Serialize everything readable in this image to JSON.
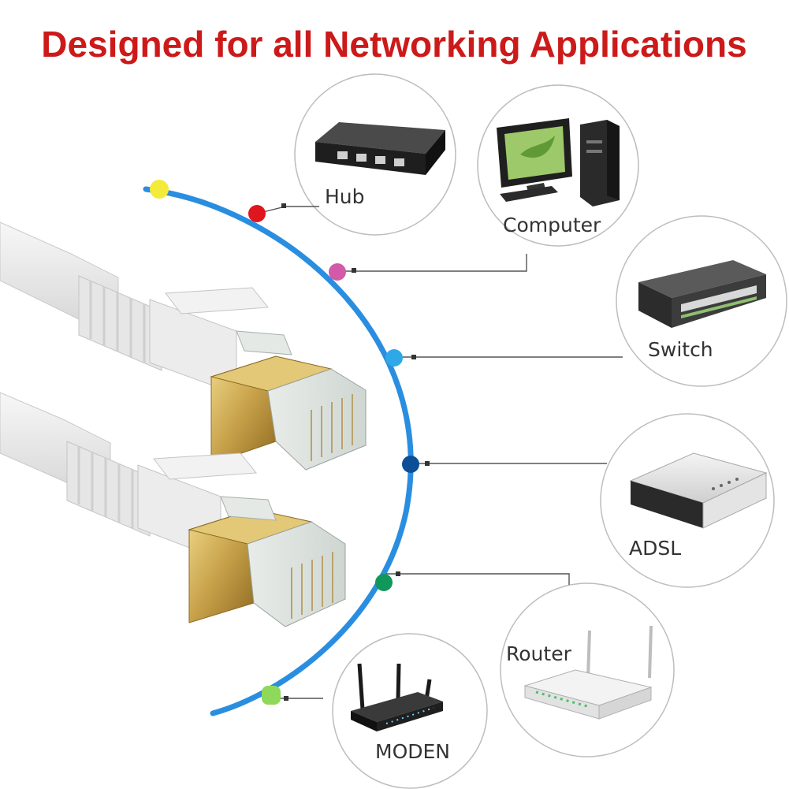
{
  "headline": "Designed for all Networking Applications",
  "colors": {
    "headline": "#cc1a1a",
    "arc": "#2a8ee0",
    "gold": "#c8a24a",
    "cable": "#e9e9e9"
  },
  "devices": [
    {
      "label": "Hub",
      "icon": "hub-icon",
      "dot_color": "#e0161e"
    },
    {
      "label": "Computer",
      "icon": "computer-icon",
      "dot_color": "#d35aa8"
    },
    {
      "label": "Switch",
      "icon": "switch-icon",
      "dot_color": "#2ea8e6"
    },
    {
      "label": "ADSL",
      "icon": "adsl-modem-icon",
      "dot_color": "#0d4f96"
    },
    {
      "label": "Router",
      "icon": "router-icon",
      "dot_color": "#10985a"
    },
    {
      "label": "MODEN",
      "icon": "modem-icon",
      "dot_color": "#8ed85a"
    }
  ],
  "start_dot_color": "#f3ea3a"
}
